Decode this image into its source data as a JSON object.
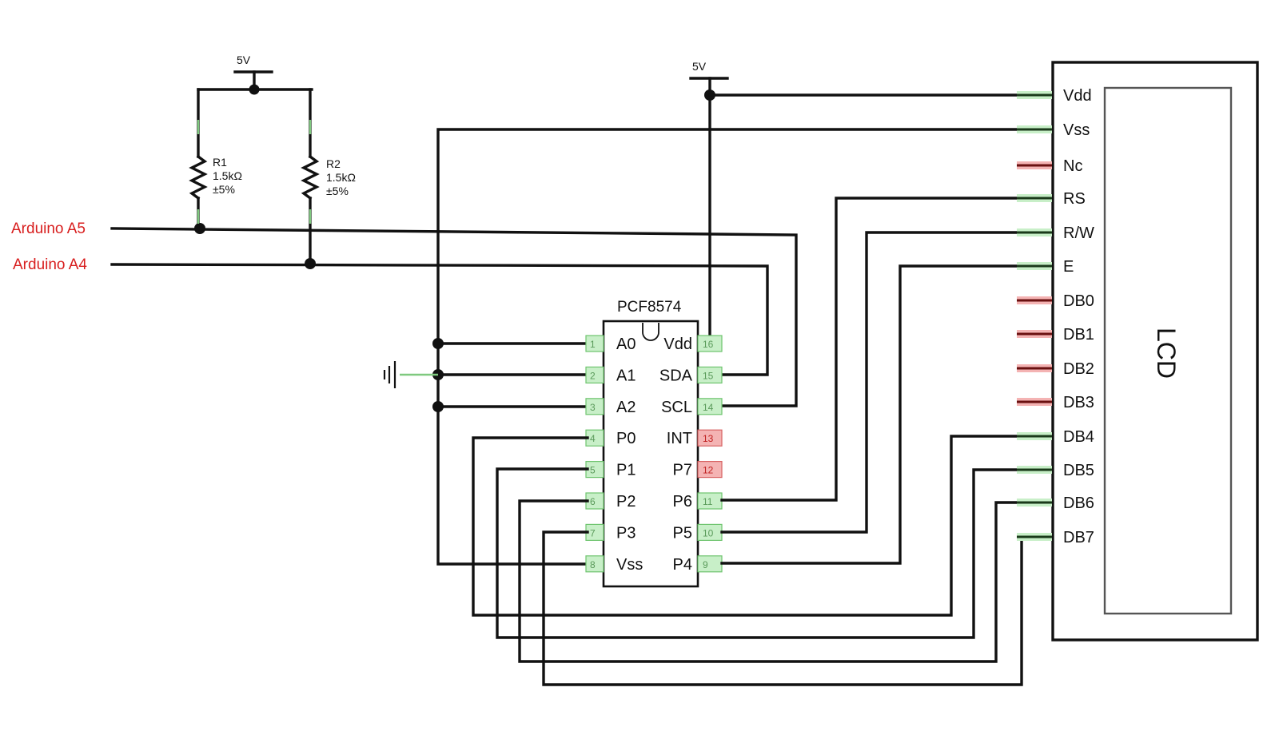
{
  "supply_labels": {
    "left": "5V",
    "right": "5V"
  },
  "arduino": {
    "a5": "Arduino A5",
    "a4": "Arduino A4"
  },
  "resistors": {
    "r1": {
      "name": "R1",
      "value": "1.5kΩ",
      "tolerance": "±5%"
    },
    "r2": {
      "name": "R2",
      "value": "1.5kΩ",
      "tolerance": "±5%"
    }
  },
  "ic": {
    "name": "PCF8574",
    "left_pins": [
      {
        "label": "A0",
        "num": "1"
      },
      {
        "label": "A1",
        "num": "2"
      },
      {
        "label": "A2",
        "num": "3"
      },
      {
        "label": "P0",
        "num": "4"
      },
      {
        "label": "P1",
        "num": "5"
      },
      {
        "label": "P2",
        "num": "6"
      },
      {
        "label": "P3",
        "num": "7"
      },
      {
        "label": "Vss",
        "num": "8"
      }
    ],
    "right_pins": [
      {
        "label": "Vdd",
        "num": "16"
      },
      {
        "label": "SDA",
        "num": "15"
      },
      {
        "label": "SCL",
        "num": "14"
      },
      {
        "label": "INT",
        "num": "13"
      },
      {
        "label": "P7",
        "num": "12"
      },
      {
        "label": "P6",
        "num": "11"
      },
      {
        "label": "P5",
        "num": "10"
      },
      {
        "label": "P4",
        "num": "9"
      }
    ]
  },
  "lcd": {
    "name": "LCD",
    "pins": [
      "Vdd",
      "Vss",
      "Nc",
      "RS",
      "R/W",
      "E",
      "DB0",
      "DB1",
      "DB2",
      "DB3",
      "DB4",
      "DB5",
      "DB6",
      "DB7"
    ]
  },
  "colors": {
    "wire": "#111111",
    "label_red": "#d81e1e",
    "pin_green": "#c8efc8",
    "pin_red": "#f4b3b3"
  }
}
